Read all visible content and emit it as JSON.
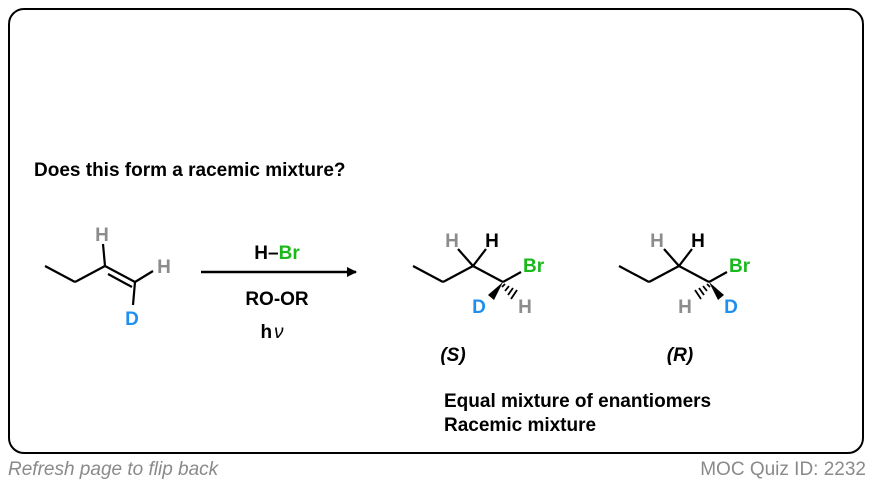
{
  "question": "Does this form a racemic mixture?",
  "reactant": {
    "h_top": "H",
    "h_right": "H",
    "d": "D"
  },
  "reagents": {
    "line1_h": "H",
    "line1_dash": "–",
    "line1_br": "Br",
    "line2": "RO-OR",
    "line3_h": "h",
    "line3_nu": "ν"
  },
  "product_s": {
    "h_left": "H",
    "h_right": "H",
    "br": "Br",
    "d": "D",
    "h_bottom": "H",
    "label": "(S)"
  },
  "product_r": {
    "h_left": "H",
    "h_right": "H",
    "br": "Br",
    "h_bottom": "H",
    "d": "D",
    "label": "(R)"
  },
  "conclusion": {
    "line1": "Equal mixture of enantiomers",
    "line2": "Racemic mixture"
  },
  "footer": {
    "left": "Refresh page to flip back",
    "right": "MOC Quiz ID: 2232"
  },
  "colors": {
    "gray_h": "#8c8c8c",
    "deuterium_blue": "#1e8ff0",
    "bromine_green": "#19b81b",
    "footer_gray": "#8a8a8a"
  }
}
